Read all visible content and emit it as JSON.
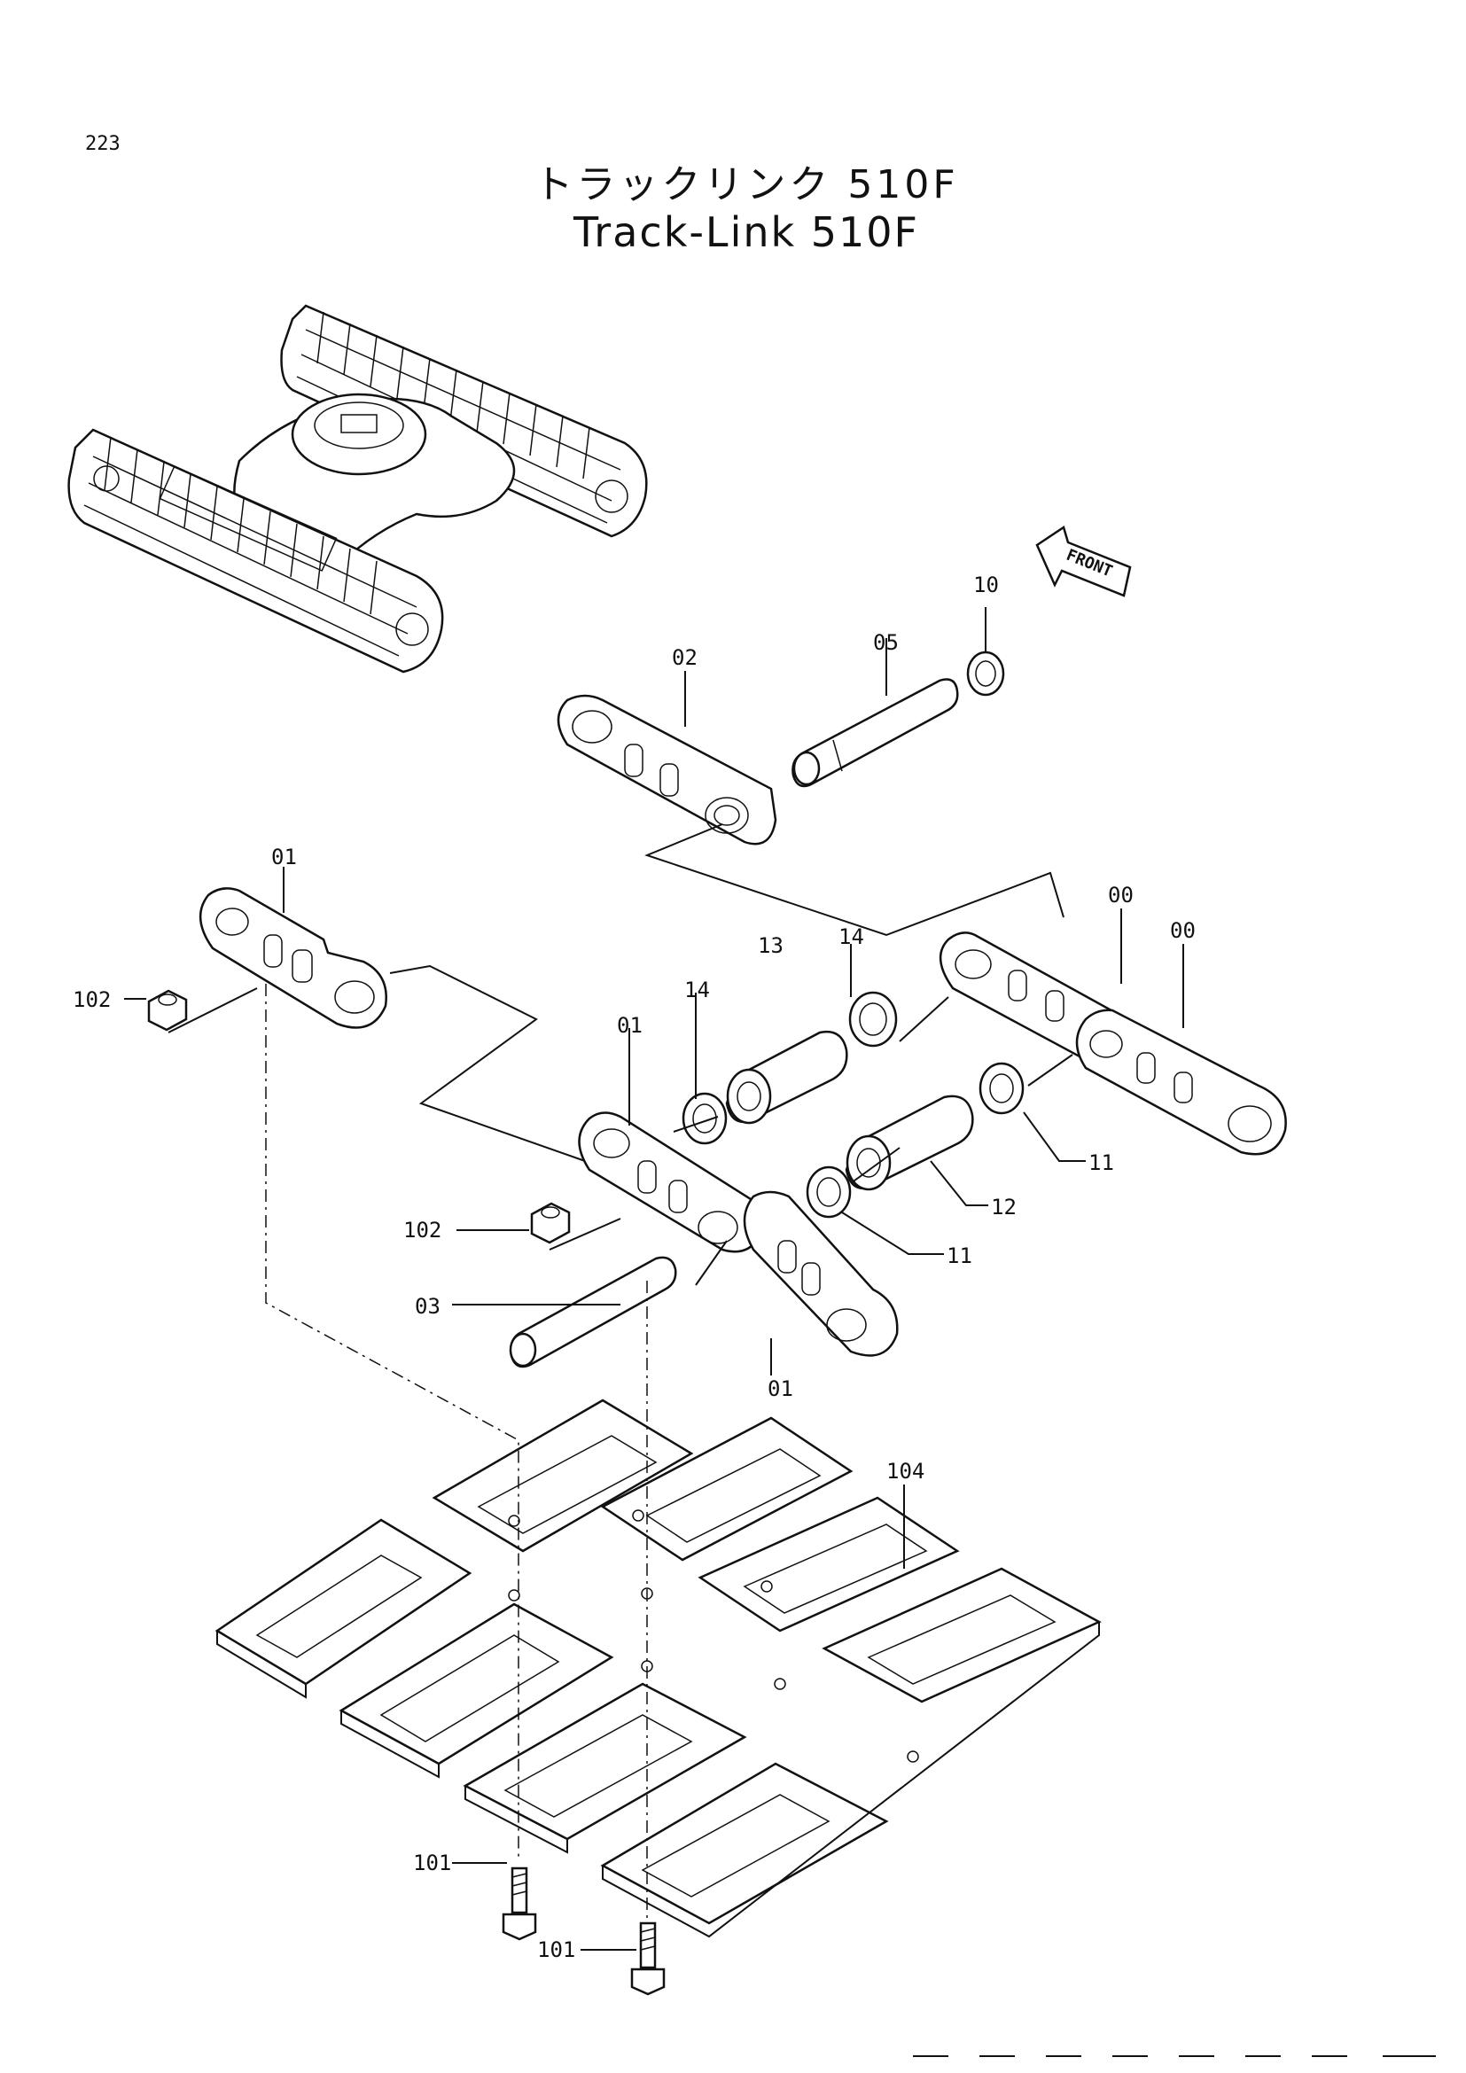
{
  "page_number": "223",
  "title_japanese": "トラックリンク 510F",
  "title_english": "Track-Link 510F",
  "front_label": "FRONT",
  "labels": [
    "00",
    "00",
    "01",
    "01",
    "01",
    "02",
    "03",
    "05",
    "10",
    "11",
    "11",
    "12",
    "13",
    "14",
    "14",
    "101",
    "101",
    "102",
    "102",
    "104"
  ]
}
